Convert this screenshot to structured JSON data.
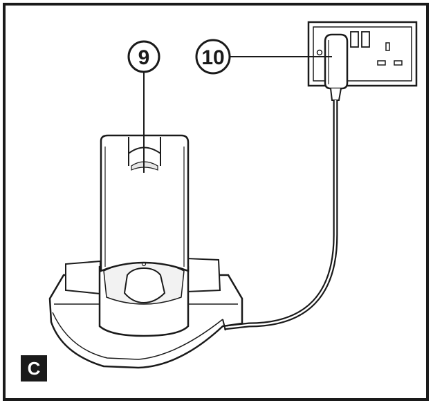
{
  "callouts": {
    "charger": {
      "label": "9"
    },
    "plug": {
      "label": "10"
    }
  },
  "panel": {
    "label": "C"
  },
  "colors": {
    "line": "#1a1a1a",
    "fill": "#ffffff",
    "shade": "#e6e6e6",
    "badge": "#1a1a1a",
    "badge_text": "#ffffff"
  }
}
